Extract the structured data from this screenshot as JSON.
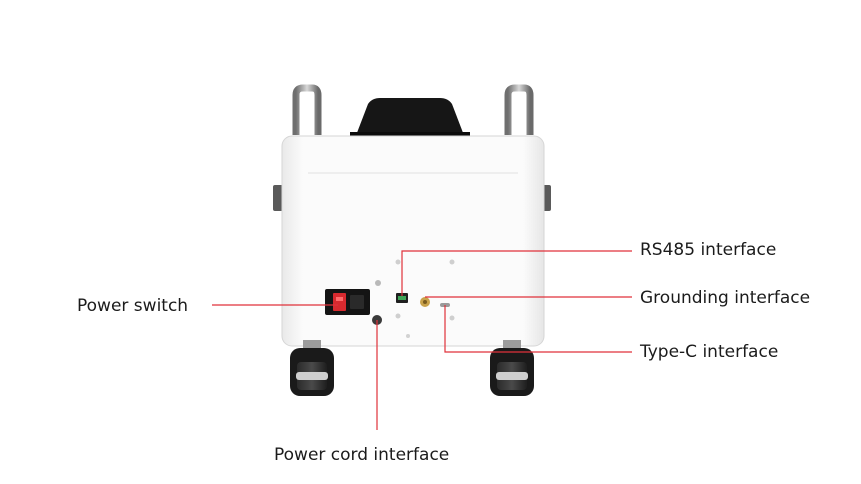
{
  "diagram": {
    "subject": "portable unit rear panel",
    "line_color": "#e0313a",
    "labels": {
      "power_switch": "Power switch",
      "power_cord": "Power cord interface",
      "rs485": "RS485 interface",
      "grounding": "Grounding interface",
      "typec": "Type-C interface"
    }
  }
}
